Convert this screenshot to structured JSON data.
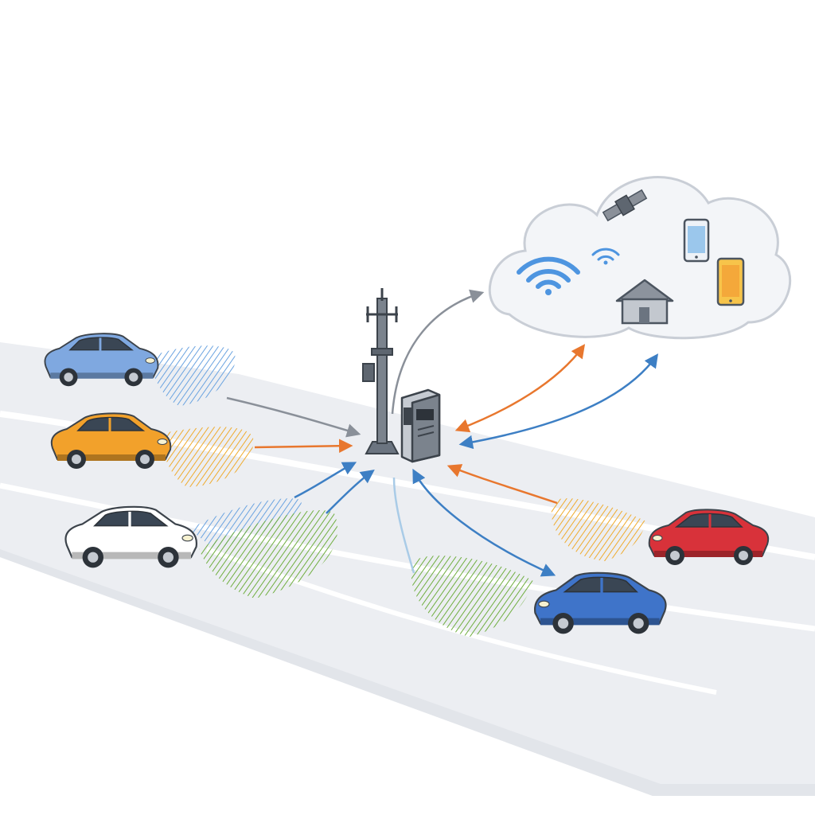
{
  "scene": {
    "description_visible_text": "",
    "colors": {
      "road": "#e9ebef",
      "road_shadow": "#dfe2e8",
      "lane_mark": "#ffffff",
      "cloud_fill": "#f3f5f8",
      "cloud_stroke": "#c9ced6",
      "arrow_gray": "#8a9099",
      "arrow_orange": "#e8772e",
      "arrow_blue": "#3d7fc4",
      "signal_blue": "#7fb2e8",
      "signal_orange": "#f0b23c",
      "signal_green": "#7ab648",
      "tower": "#4c5560",
      "rsu_box": "#6b7480"
    },
    "vehicles": [
      {
        "name": "car-light-blue",
        "color": "#7fa8e0"
      },
      {
        "name": "car-orange",
        "color": "#f2a12b"
      },
      {
        "name": "car-white",
        "color": "#ffffff"
      },
      {
        "name": "car-red",
        "color": "#d8323a"
      },
      {
        "name": "car-blue",
        "color": "#3f74c9"
      }
    ],
    "cloud_icons": [
      "satellite-icon",
      "wifi-icon",
      "small-wifi-icon",
      "house-icon",
      "smartphone-icon",
      "tablet-icon"
    ],
    "infrastructure": [
      "cell-tower-icon",
      "roadside-unit-icon"
    ]
  }
}
